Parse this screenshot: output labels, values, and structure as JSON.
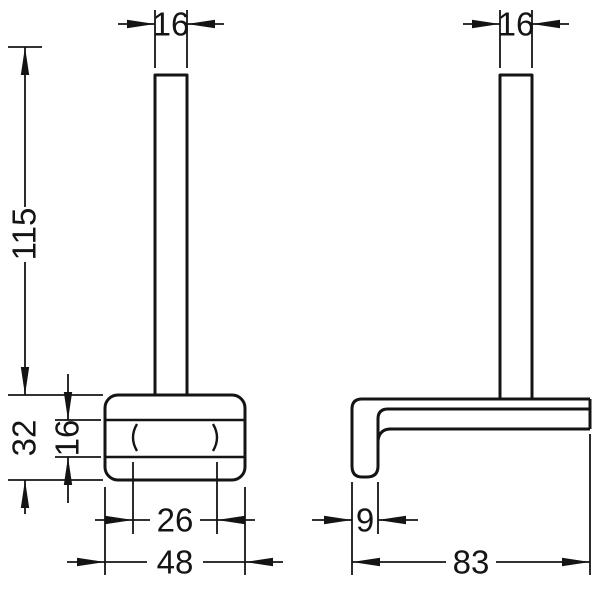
{
  "front_view": {
    "post_width_label": "16",
    "total_height_label": "115",
    "body_height_label": "32",
    "inner_height_label": "16",
    "inner_width_label": "26",
    "body_width_label": "48"
  },
  "side_view": {
    "post_width_label": "16",
    "lip_depth_label": "9",
    "total_depth_label": "83"
  },
  "colors": {
    "line": "#141414",
    "background": "#ffffff"
  }
}
